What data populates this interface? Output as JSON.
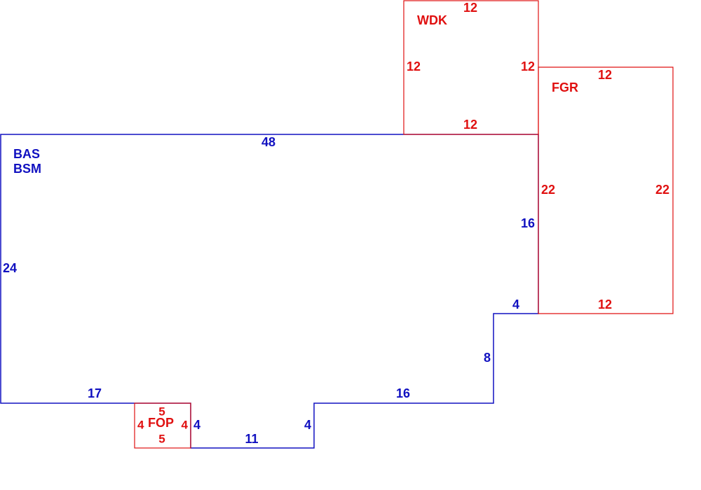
{
  "colors": {
    "main": "#1010c0",
    "addition": "#e01010",
    "background": "#ffffff"
  },
  "areas": {
    "main_codes": [
      "BAS",
      "BSM"
    ],
    "wdk": "WDK",
    "fgr": "FGR",
    "fop": "FOP"
  },
  "dimensions": {
    "main": {
      "top": "48",
      "left": "24",
      "bottom_left": "17",
      "step_a": "4",
      "notch_bottom": "11",
      "step_b": "4",
      "bottom_right": "16",
      "right_lower": "8",
      "right_jog": "4",
      "right_upper": "16"
    },
    "wdk": {
      "top": "12",
      "left": "12",
      "right": "12",
      "bottom": "12"
    },
    "fgr": {
      "top": "12",
      "left": "22",
      "right": "22",
      "bottom": "12"
    },
    "fop": {
      "top": "5",
      "left": "4",
      "right": "4",
      "bottom": "5"
    }
  }
}
